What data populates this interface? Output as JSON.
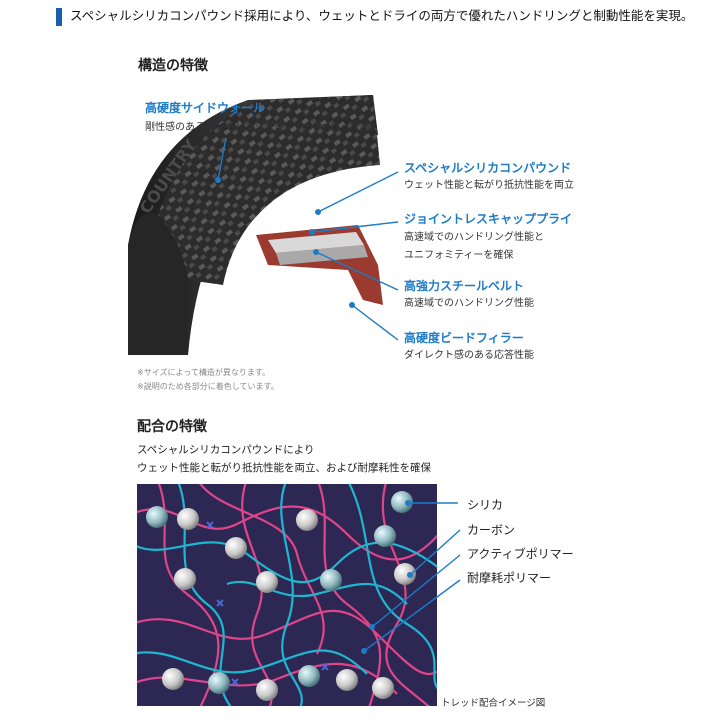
{
  "headline": "スペシャルシリカコンパウンド採用により、ウェットとドライの両方で優れたハンドリングと制動性能を実現。",
  "structure": {
    "title": "構造の特徴",
    "items": [
      {
        "title": "高硬度サイドウォール",
        "desc": "剛性感のあるハンドリング性能、コーナリング性能"
      },
      {
        "title": "スペシャルシリカコンパウンド",
        "desc": "ウェット性能と転がり抵抗性能を両立"
      },
      {
        "title": "ジョイントレスキャッププライ",
        "desc": "高速域でのハンドリング性能と",
        "desc2": "ユニフォミティーを確保"
      },
      {
        "title": "高強力スチールベルト",
        "desc": "高速域でのハンドリング性能"
      },
      {
        "title": "高硬度ビードフィラー",
        "desc": "ダイレクト感のある応答性能"
      }
    ],
    "notes": [
      "※サイズによって構造が異なります。",
      "※説明のため各部分に着色しています。"
    ],
    "tire_text": "COUNTRY"
  },
  "compound": {
    "title": "配合の特徴",
    "desc1": "スペシャルシリカコンパウンドにより",
    "desc2": "ウェット性能と転がり抵抗性能を両立、および耐摩耗性を確保",
    "legend": [
      "シリカ",
      "カーボン",
      "アクティブポリマー",
      "耐摩耗ポリマー"
    ],
    "caption": "トレッド配合イメージ図"
  },
  "colors": {
    "accent": "#1d7bc8",
    "bar": "#1d5ea8",
    "compound_bg": "#2d2754",
    "polymer_cyan": "#1fb6cf",
    "polymer_pink": "#e0458a",
    "tire_section": "#9b3b30"
  }
}
